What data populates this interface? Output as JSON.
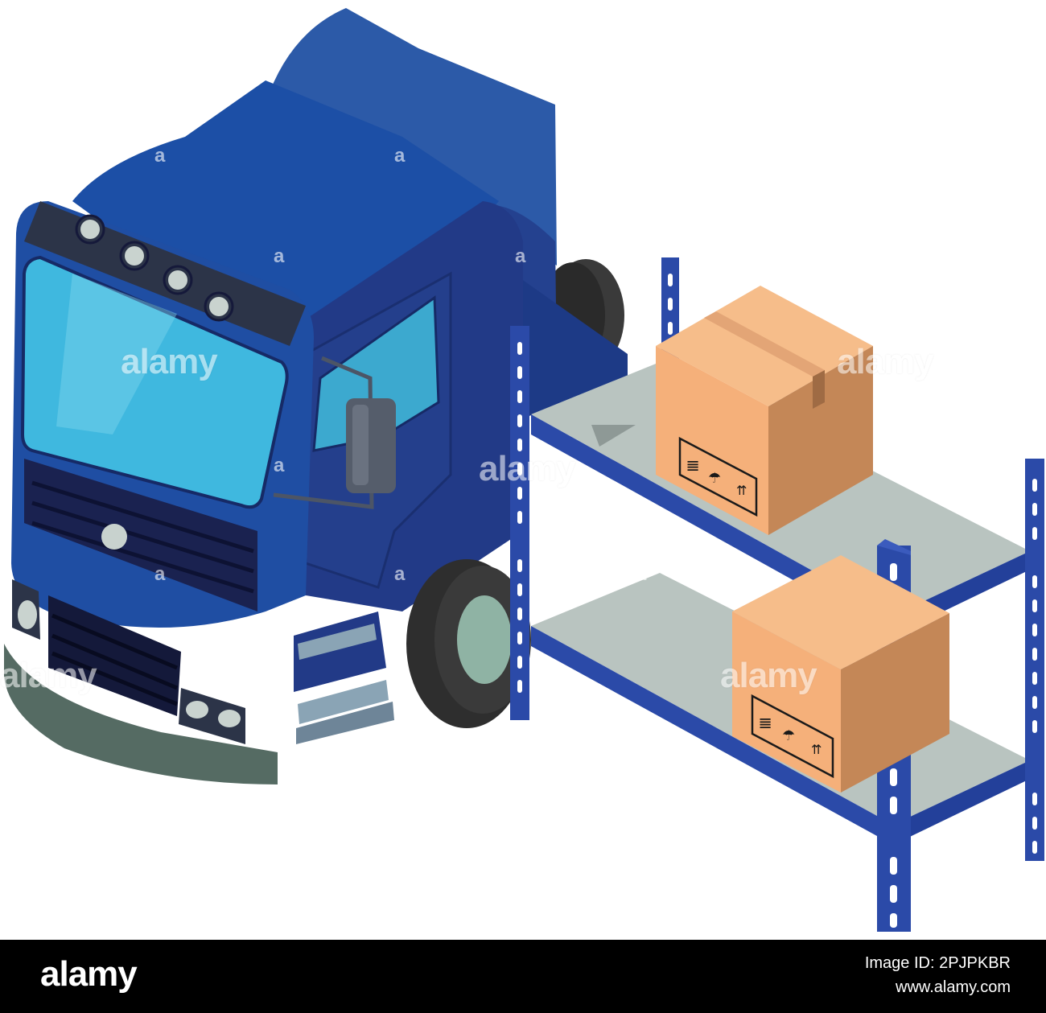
{
  "watermark": {
    "brand": "alamy",
    "mark": "a"
  },
  "footer": {
    "logo": "alamy",
    "image_id": "Image ID: 2PJPKBR",
    "site": "www.alamy.com"
  },
  "colors": {
    "truck_body": "#1f4ea3",
    "truck_dark": "#213a86",
    "windshield": "#3fb8df",
    "shelf_frame": "#2b4aa8",
    "shelf_board": "#b9c4c0",
    "box_light": "#f6bd8a",
    "box_side": "#c48757",
    "footer_bg": "#000000"
  },
  "icons": [
    "fragile-glass-icon",
    "keep-dry-umbrella-icon",
    "this-way-up-arrows-icon"
  ]
}
